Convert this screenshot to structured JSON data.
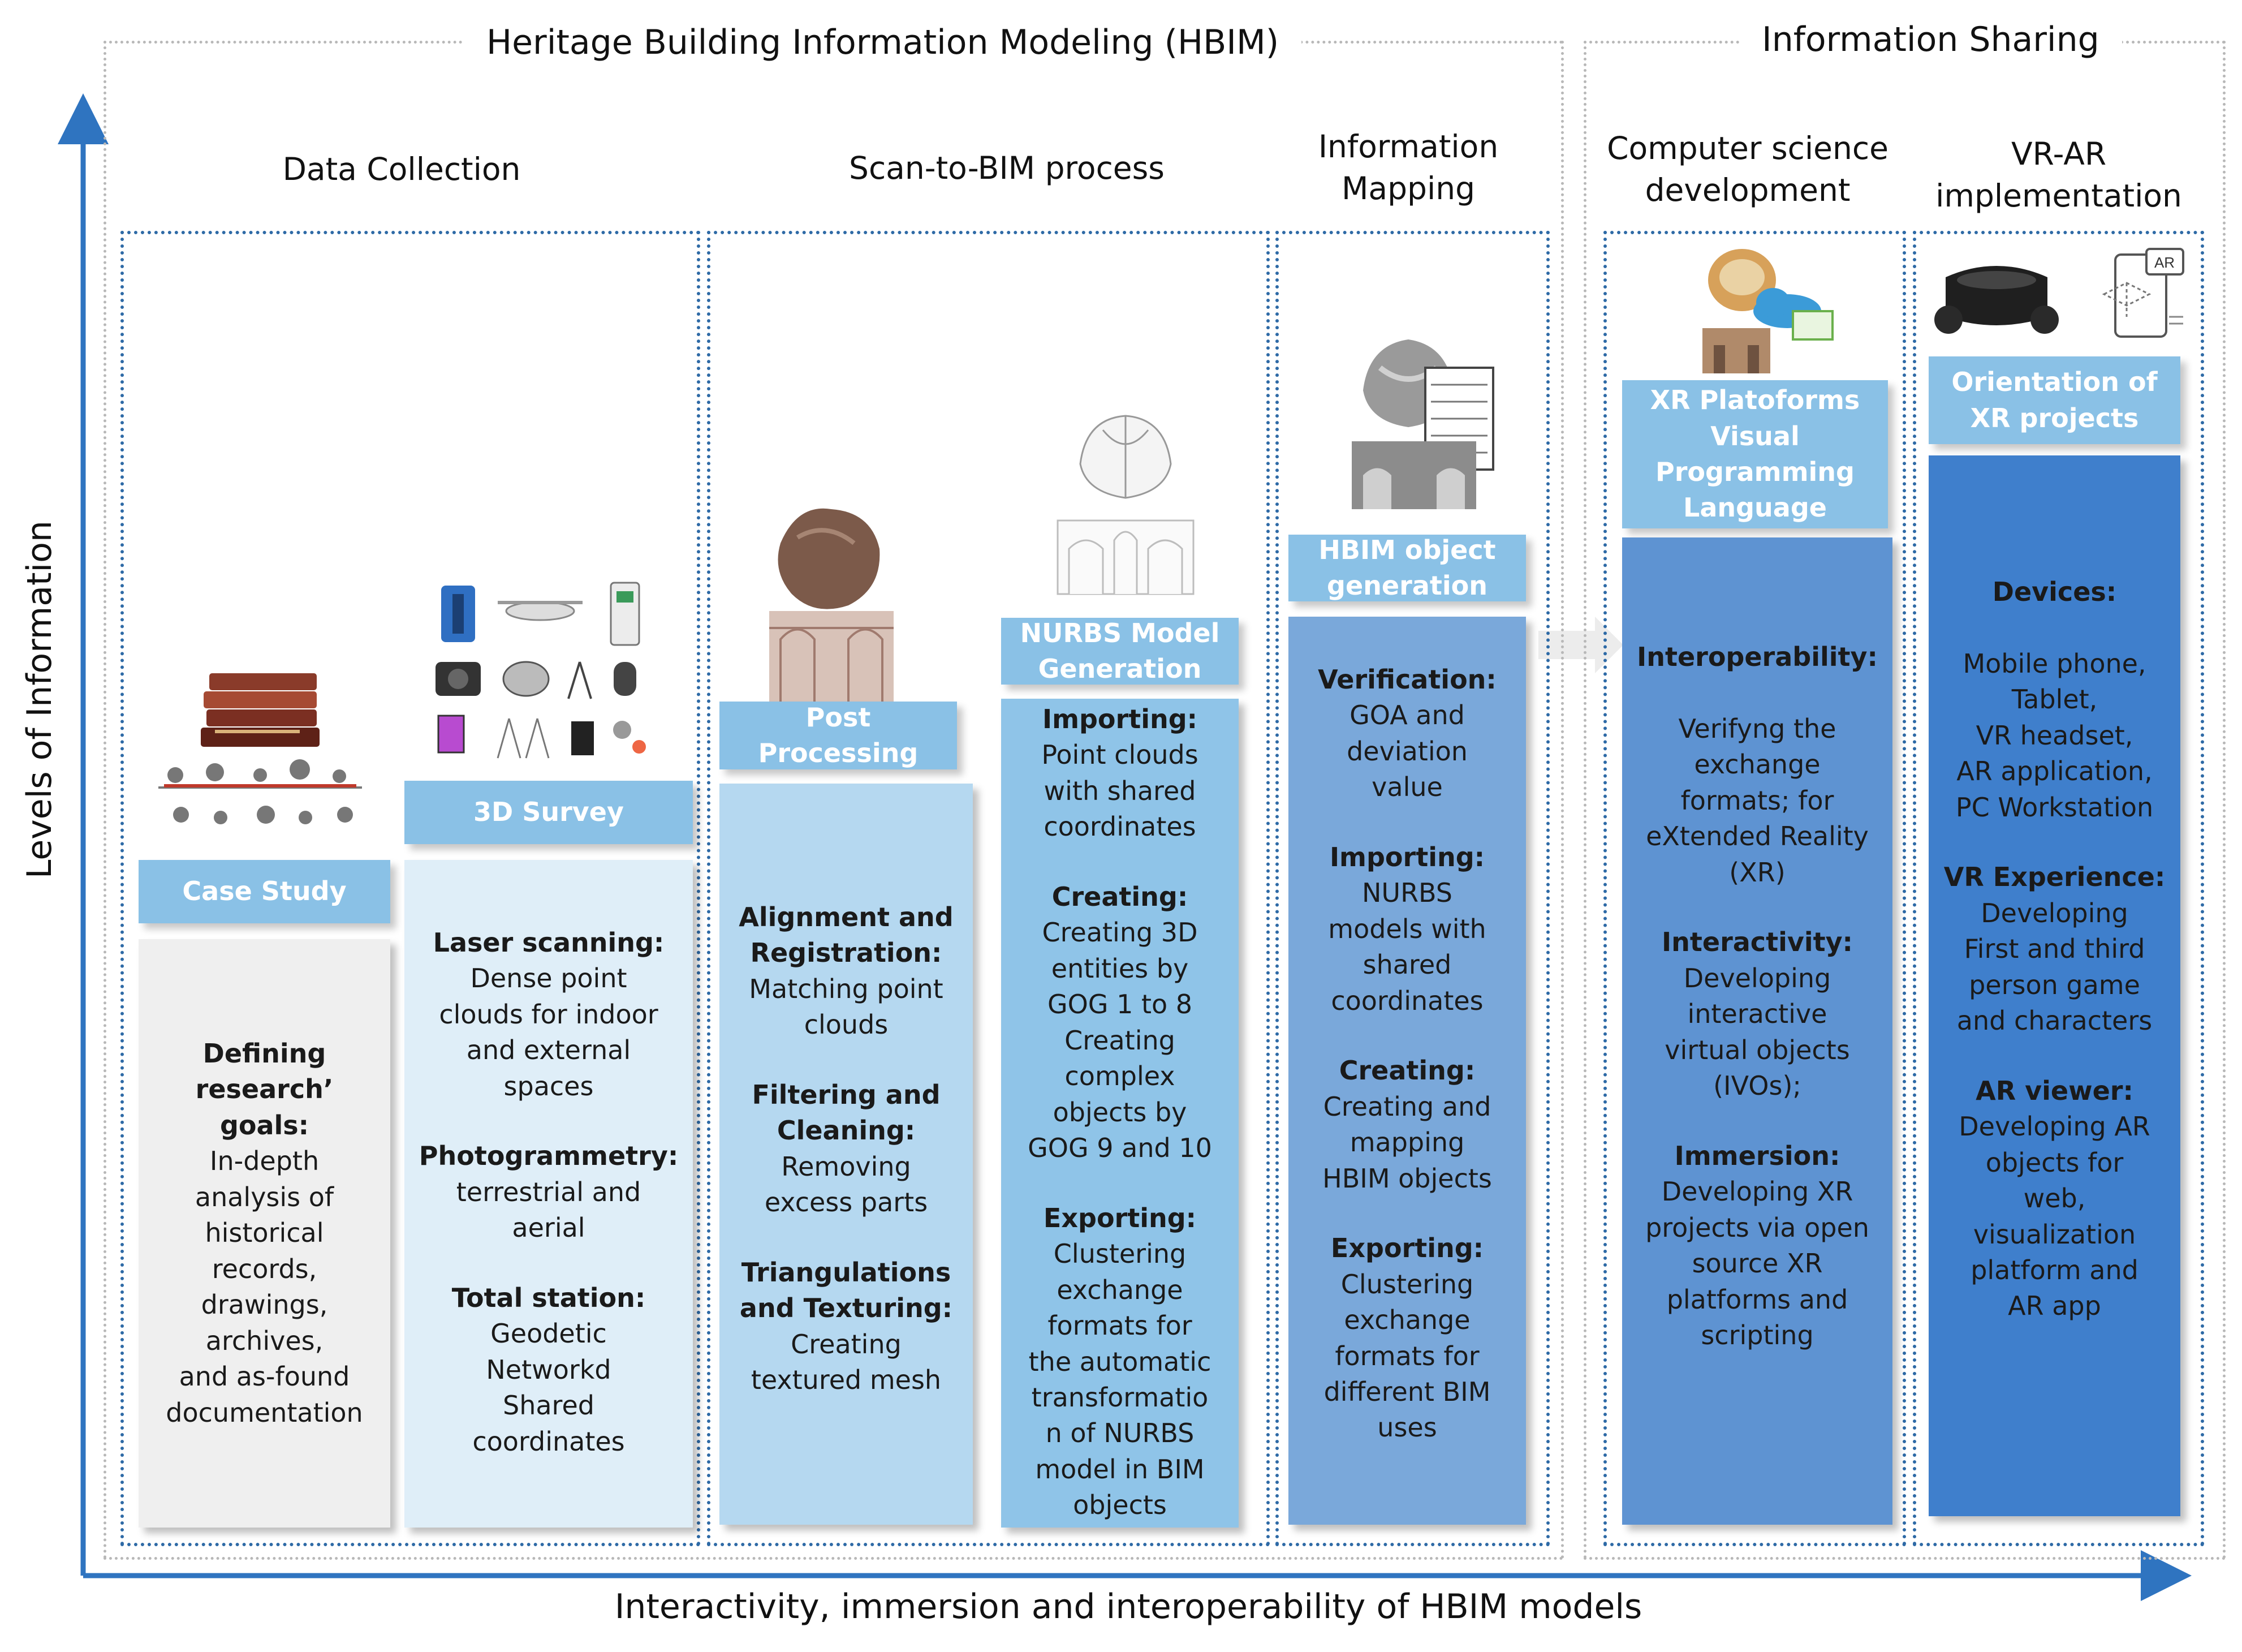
{
  "groups": {
    "hbim": "Heritage Building Information Modeling  (HBIM)",
    "sharing": "Information Sharing"
  },
  "sections": {
    "data_collection": "Data Collection",
    "scan_to_bim": "Scan-to-BIM process",
    "information_mapping": "Information\nMapping",
    "computer_science": "Computer science\ndevelopment",
    "vr_ar": "VR-AR\nimplementation"
  },
  "axes": {
    "y_label": "Levels of Information",
    "x_label": "Interactivity, immersion and interoperability of HBIM models"
  },
  "colors": {
    "case_study_body": "#efefef",
    "survey_body": "#dfeef8",
    "post_body": "#b5d8f0",
    "nurbs_body": "#8fc4e8",
    "hbim_body": "#7aa8da",
    "interop_body": "#5e93d2",
    "vrar_body": "#3f7fcc",
    "header_light": "#8ac1e6",
    "frame": "#2e6aa6",
    "axis": "#2f74c0"
  },
  "columns": {
    "case_study": {
      "header": "Case Study",
      "blocks": [
        {
          "title": "Defining\nresearch’\ngoals:",
          "text": "In-depth\nanalysis of\nhistorical\nrecords,\ndrawings,\narchives,\nand as-found\ndocumentation"
        }
      ]
    },
    "survey": {
      "header": "3D Survey",
      "blocks": [
        {
          "title": "Laser scanning:",
          "text": "Dense point\nclouds for indoor\nand external\nspaces"
        },
        {
          "title": "Photogrammetry:",
          "text": "terrestrial and\naerial"
        },
        {
          "title": "Total station:",
          "text": "Geodetic\nNetworkd\nShared\ncoordinates"
        }
      ]
    },
    "post": {
      "header": "Post\nProcessing",
      "blocks": [
        {
          "title": "Alignment and\nRegistration:",
          "text": "Matching point\nclouds"
        },
        {
          "title": "Filtering and\nCleaning:",
          "text": "Removing\nexcess parts"
        },
        {
          "title": "Triangulations\nand Texturing:",
          "text": "Creating\ntextured mesh"
        }
      ]
    },
    "nurbs": {
      "header": "NURBS Model\nGeneration",
      "blocks": [
        {
          "title": "Importing:",
          "text": "Point clouds\nwith shared\ncoordinates"
        },
        {
          "title": "Creating:",
          "text": "Creating 3D\nentities by\nGOG 1 to 8\nCreating\ncomplex\nobjects by\nGOG 9 and 10"
        },
        {
          "title": "Exporting:",
          "text": "Clustering\nexchange\nformats for\nthe automatic\ntransformatio\nn of NURBS\nmodel in BIM\nobjects"
        }
      ]
    },
    "hbim": {
      "header": "HBIM object\ngeneration",
      "blocks": [
        {
          "title": "Verification:",
          "text": "GOA and\ndeviation\nvalue"
        },
        {
          "title": "Importing:",
          "text": "NURBS\nmodels with\nshared\ncoordinates"
        },
        {
          "title": "Creating:",
          "text": "Creating and\nmapping\nHBIM objects"
        },
        {
          "title": "Exporting:",
          "text": "Clustering\nexchange\nformats for\ndifferent BIM\nuses"
        }
      ]
    },
    "xr_platforms": {
      "header": "XR Platoforms\nVisual\nProgramming\nLanguage",
      "blocks": [
        {
          "title": "Interoperability:",
          "text": "\nVerifyng the\nexchange\nformats; for\neXtended Reality\n(XR)"
        },
        {
          "title": "Interactivity:",
          "text": "Developing\ninteractive\nvirtual objects\n(IVOs);"
        },
        {
          "title": "Immersion:",
          "text": "Developing XR\nprojects via open\nsource XR\nplatforms and\nscripting"
        }
      ]
    },
    "xr_orientation": {
      "header": "Orientation of\nXR projects",
      "blocks": [
        {
          "title": "Devices:",
          "text": "\nMobile phone,\nTablet,\nVR headset,\nAR application,\nPC Workstation"
        },
        {
          "title": "VR Experience:",
          "text": "Developing\nFirst and third\nperson game\nand characters"
        },
        {
          "title": "AR viewer:",
          "text": "Developing AR\nobjects for\nweb,\nvisualization\nplatform and\nAR app"
        }
      ]
    }
  },
  "icons": {
    "books": "books-icon",
    "survey_tools": "survey-instruments-icon",
    "point_cloud": "point-cloud-model-icon",
    "nurbs_model": "nurbs-wireframe-icon",
    "hbim_model": "hbim-model-icon",
    "cloud_model": "cloud-platform-icon",
    "vr_headset": "vr-headset-icon",
    "ar_phone": "ar-phone-icon",
    "ar_badge": "AR"
  }
}
